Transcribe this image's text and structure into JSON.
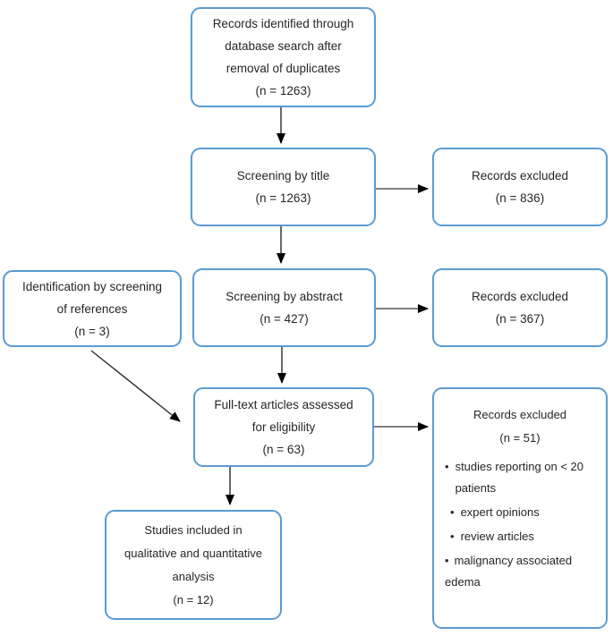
{
  "colors": {
    "box-border": "#5b9bd5",
    "text": "#262626",
    "line-dark": "#2b2b2b",
    "line-gray": "#7f7f7f",
    "head": "#000000",
    "background": "#ffffff"
  },
  "diagram_type": "prisma-flowchart",
  "boxes": {
    "identified": {
      "lines": [
        "Records identified through",
        "database search after",
        "removal of duplicates",
        "(n = 1263)"
      ]
    },
    "screening_title": {
      "lines": [
        "Screening by title",
        "(n = 1263)"
      ]
    },
    "excluded_title": {
      "lines": [
        "Records excluded",
        "(n = 836)"
      ]
    },
    "references": {
      "lines": [
        "Identification by screening",
        "of references",
        "(n = 3)"
      ]
    },
    "screening_abstract": {
      "lines": [
        "Screening by abstract",
        "(n = 427)"
      ]
    },
    "excluded_abstract": {
      "lines": [
        "Records excluded",
        "(n = 367)"
      ]
    },
    "fulltext": {
      "lines": [
        "Full-text articles assessed",
        "for eligibility",
        "(n = 63)"
      ]
    },
    "excluded_fulltext": {
      "title": "Records excluded",
      "count": "(n = 51)",
      "bullet": "•",
      "reasons": [
        "studies reporting on < 20 patients",
        "expert opinions",
        "review articles",
        "malignancy associated edema"
      ]
    },
    "included": {
      "lines": [
        "Studies included in",
        "qualitative and quantitative",
        "analysis",
        "(n = 12)"
      ]
    }
  }
}
